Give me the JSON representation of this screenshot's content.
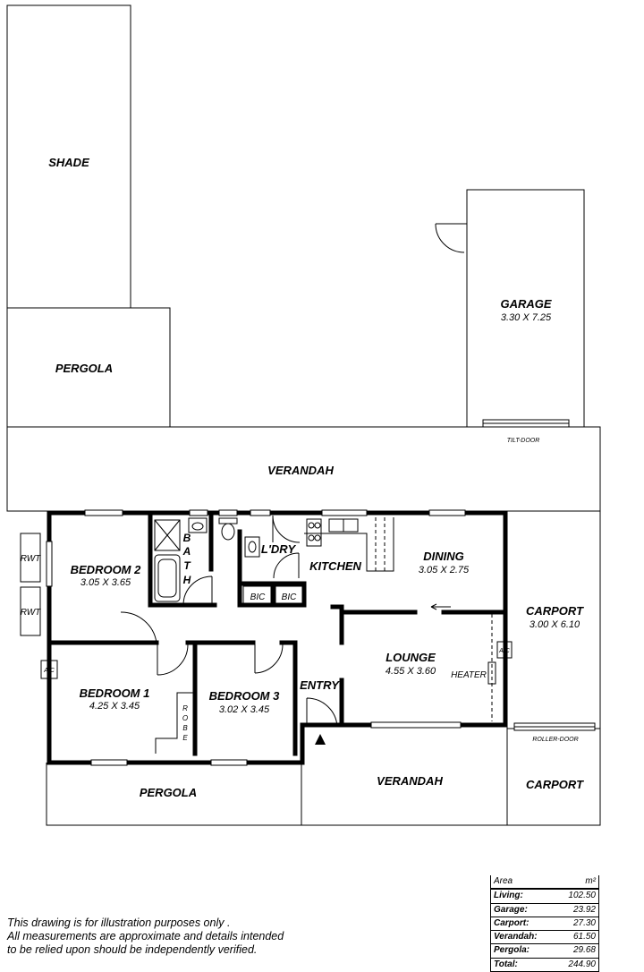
{
  "plan": {
    "rooms": {
      "shade": {
        "label": "SHADE"
      },
      "pergola_top": {
        "label": "PERGOLA"
      },
      "garage": {
        "label": "GARAGE",
        "dims": "3.30 X 7.25"
      },
      "verandah_top": {
        "label": "VERANDAH"
      },
      "bedroom2": {
        "label": "BEDROOM 2",
        "dims": "3.05 X 3.65"
      },
      "bath": {
        "letters": [
          "B",
          "A",
          "T",
          "H"
        ]
      },
      "laundry": {
        "label": "L'DRY"
      },
      "kitchen": {
        "label": "KITCHEN"
      },
      "dining": {
        "label": "DINING",
        "dims": "3.05 X 2.75"
      },
      "carport_right": {
        "label": "CARPORT",
        "dims": "3.00 X 6.10"
      },
      "lounge": {
        "label": "LOUNGE",
        "dims": "4.55 X 3.60"
      },
      "bedroom1": {
        "label": "BEDROOM 1",
        "dims": "4.25 X 3.45"
      },
      "bedroom3": {
        "label": "BEDROOM 3",
        "dims": "3.02 X 3.45"
      },
      "entry": {
        "label": "ENTRY"
      },
      "robe": {
        "letters": [
          "R",
          "O",
          "B",
          "E"
        ]
      },
      "pergola_bottom": {
        "label": "PERGOLA"
      },
      "verandah_bottom": {
        "label": "VERANDAH"
      },
      "carport_bottom": {
        "label": "CARPORT"
      }
    },
    "fixtures": {
      "tilt_door": "TILT-DOOR",
      "roller_door": "ROLLER-DOOR",
      "rwt1": "RWT",
      "rwt2": "RWT",
      "ac_left": "A/C",
      "ac_right": "A/C",
      "bic1": "BIC",
      "bic2": "BIC",
      "heater": "HEATER"
    }
  },
  "disclaimer": {
    "line1": "This drawing is for illustration purposes only .",
    "line2": "All measurements are approximate and details intended",
    "line3": "to be relied upon should be independently verified."
  },
  "area_table": {
    "header_label": "Area",
    "header_unit": "m²",
    "rows": [
      {
        "label": "Living:",
        "value": "102.50"
      },
      {
        "label": "Garage:",
        "value": "23.92"
      },
      {
        "label": "Carport:",
        "value": "27.30"
      },
      {
        "label": "Verandah:",
        "value": "61.50"
      },
      {
        "label": "Pergola:",
        "value": "29.68"
      },
      {
        "label": "Total:",
        "value": "244.90"
      }
    ]
  }
}
